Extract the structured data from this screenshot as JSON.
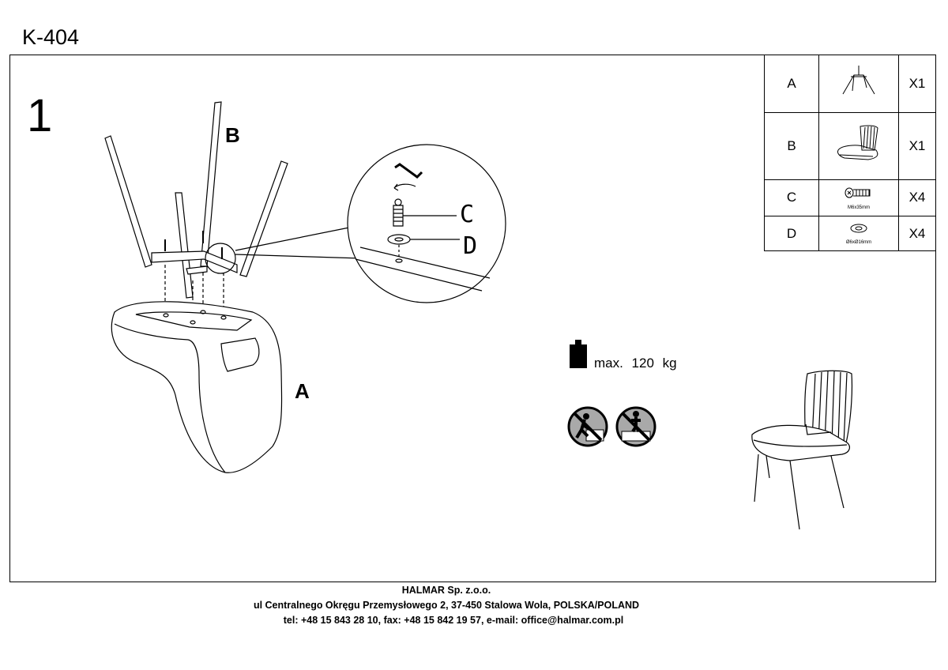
{
  "document": {
    "title": "K-404",
    "step_number": "1"
  },
  "diagram": {
    "part_label_b": "B",
    "part_label_a": "A",
    "callout_c": "C",
    "callout_d": "D"
  },
  "parts_table": {
    "rows": [
      {
        "letter": "A",
        "icon": "chair-legs-frame-icon",
        "spec": "",
        "qty": "X1"
      },
      {
        "letter": "B",
        "icon": "chair-seat-icon",
        "spec": "",
        "qty": "X1"
      },
      {
        "letter": "C",
        "icon": "bolt-icon",
        "spec": "M6x35mm",
        "qty": "X4"
      },
      {
        "letter": "D",
        "icon": "washer-icon",
        "spec": "Ø6xØ16mm",
        "qty": "X4"
      }
    ]
  },
  "warnings": {
    "max_weight_label": "max.  120 kg",
    "icons": [
      "weight-icon",
      "no-standing-on-seat-icon",
      "no-climbing-icon"
    ]
  },
  "footer": {
    "company": "HALMAR Sp. z.o.o.",
    "address": "ul Centralnego Okręgu Przemysłowego 2, 37-450 Stalowa Wola, POLSKA/POLAND",
    "contact": "tel: +48 15 843 28 10, fax: +48 15 842 19 57, e-mail: office@halmar.com.pl"
  }
}
